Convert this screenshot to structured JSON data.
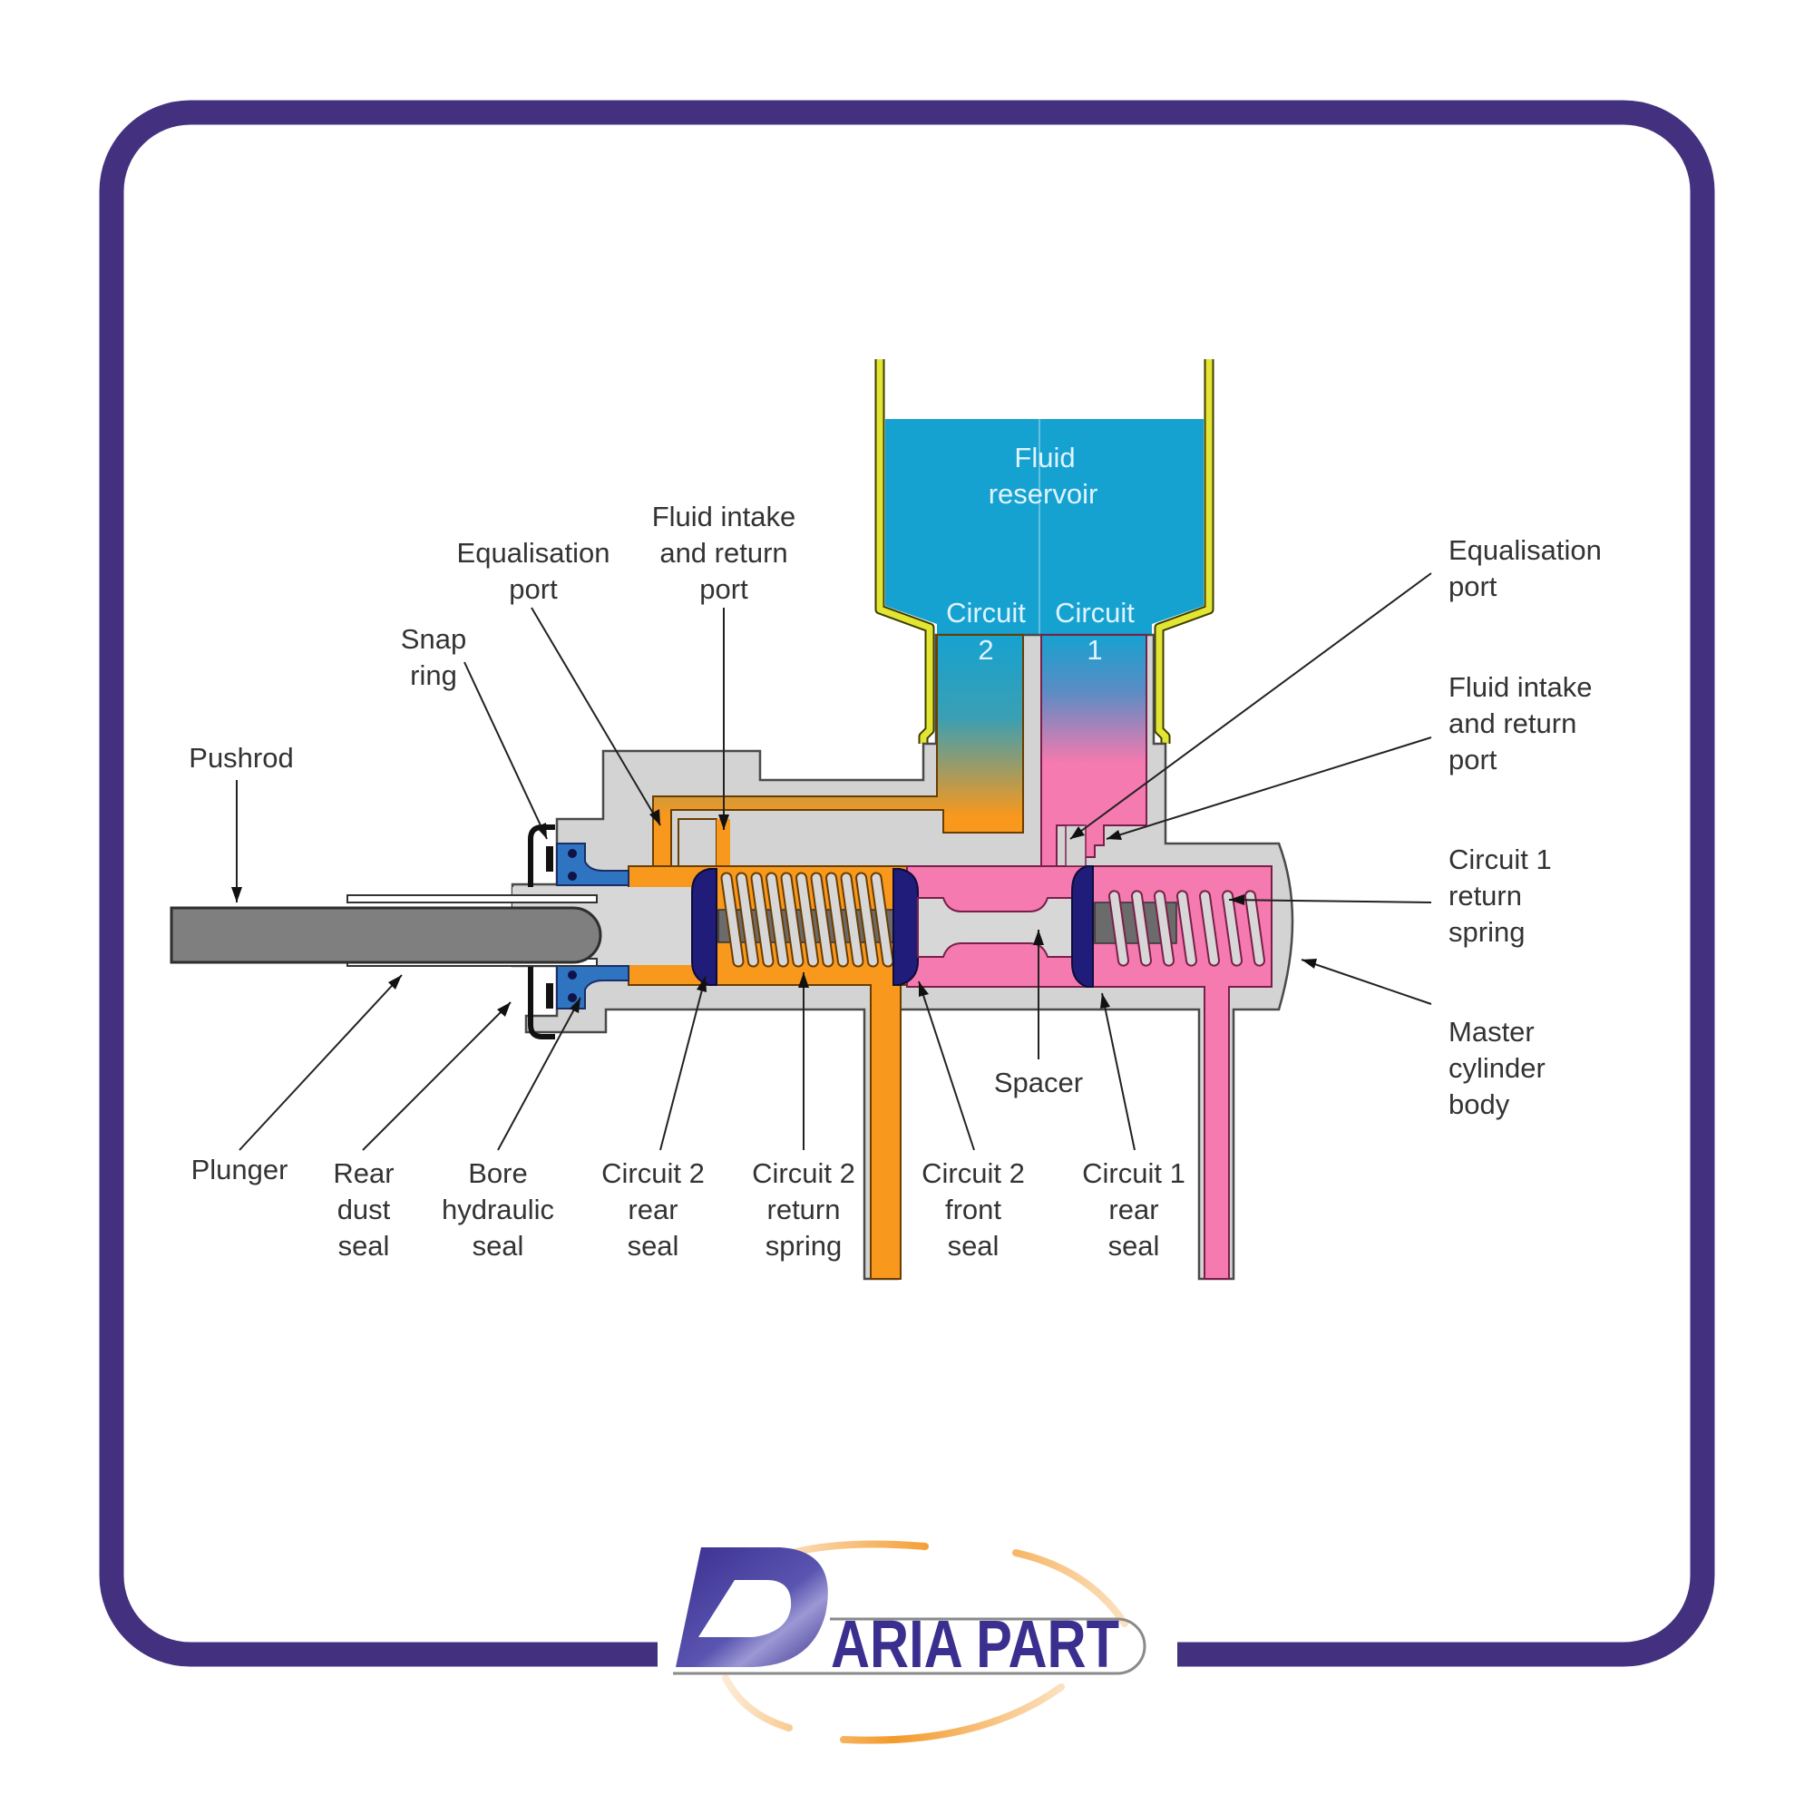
{
  "frame": {
    "border_color": "#43317f"
  },
  "diagram": {
    "title": "Master cylinder cross-section",
    "colors": {
      "body": "#d3d3d3",
      "circuit_2_fluid": "#f8981d",
      "circuit_1_fluid": "#f47aaf",
      "reservoir_fluid": "#16a2d0",
      "reservoir_wall": "#e3e534",
      "seal": "#1f1c7a",
      "bore_seal": "#2f74c0",
      "pushrod": "#7f7f7f",
      "spring_rod": "#6b6b6b"
    },
    "reservoir": {
      "line1": "Fluid",
      "line2": "reservoir",
      "circuit2_line1": "Circuit",
      "circuit2_line2": "2",
      "circuit1_line1": "Circuit",
      "circuit1_line2": "1"
    },
    "labels": {
      "pushrod": [
        "Pushrod"
      ],
      "snap_ring": [
        "Snap",
        "ring"
      ],
      "equalisation_port_left": [
        "Equalisation",
        "port"
      ],
      "fluid_intake_left": [
        "Fluid intake",
        "and return",
        "port"
      ],
      "equalisation_port_right": [
        "Equalisation",
        "port"
      ],
      "fluid_intake_right": [
        "Fluid intake",
        "and return",
        "port"
      ],
      "circuit1_return_spring": [
        "Circuit 1",
        "return",
        "spring"
      ],
      "master_cylinder_body": [
        "Master",
        "cylinder",
        "body"
      ],
      "plunger": [
        "Plunger"
      ],
      "rear_dust_seal": [
        "Rear",
        "dust",
        "seal"
      ],
      "bore_hydraulic_seal": [
        "Bore",
        "hydraulic",
        "seal"
      ],
      "circuit2_rear_seal": [
        "Circuit 2",
        "rear",
        "seal"
      ],
      "circuit2_return_spring": [
        "Circuit 2",
        "return",
        "spring"
      ],
      "spacer": [
        "Spacer"
      ],
      "circuit2_front_seal": [
        "Circuit 2",
        "front",
        "seal"
      ],
      "circuit1_rear_seal": [
        "Circuit 1",
        "rear",
        "seal"
      ]
    }
  },
  "logo": {
    "letter": "D",
    "text": "ARIA PART",
    "primary_color": "#3a2f8f",
    "accent_color": "#f39a2b"
  }
}
